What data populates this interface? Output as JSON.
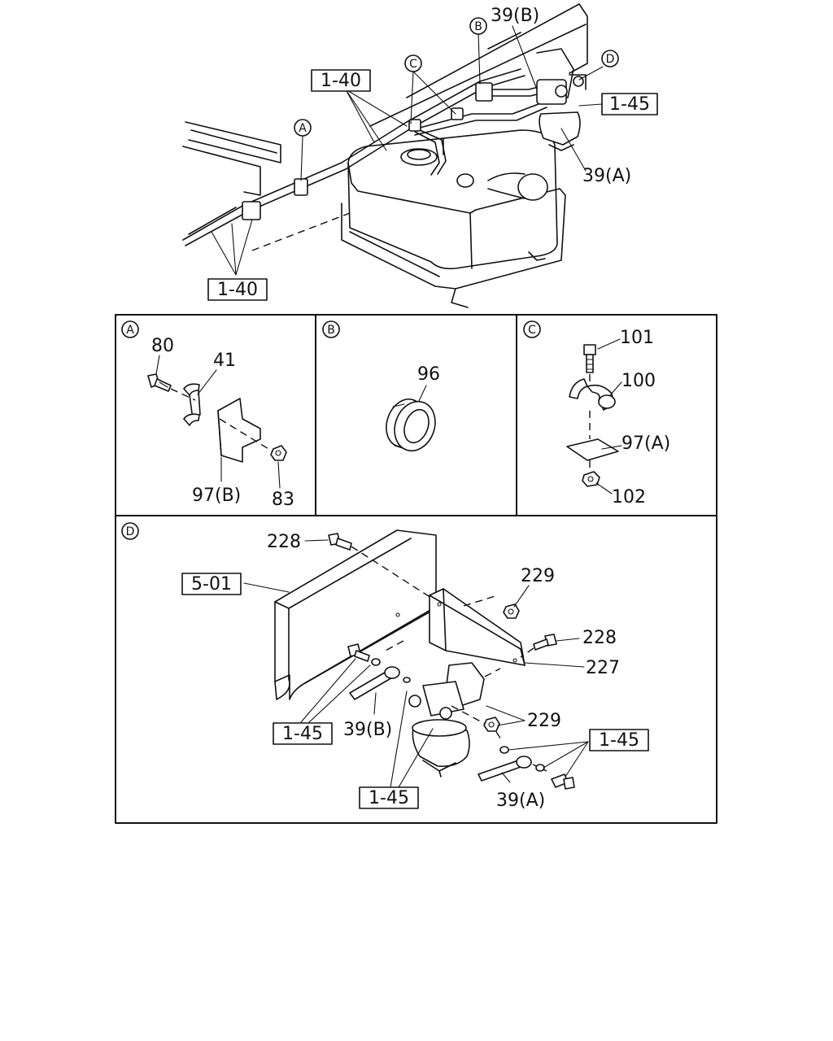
{
  "overview": {
    "refs": {
      "b1_40_top": "1-40",
      "b1_40_bottom": "1-40",
      "b1_45": "1-45",
      "p39b": "39(B)",
      "p39a": "39(A)"
    },
    "markers": {
      "A": "A",
      "B": "B",
      "C": "C",
      "D": "D"
    }
  },
  "panels": {
    "A": {
      "title": "A",
      "parts": {
        "p80": "80",
        "p41": "41",
        "p97b": "97(B)",
        "p83": "83"
      }
    },
    "B": {
      "title": "B",
      "parts": {
        "p96": "96"
      }
    },
    "C": {
      "title": "C",
      "parts": {
        "p101": "101",
        "p100": "100",
        "p97a": "97(A)",
        "p102": "102"
      }
    },
    "D": {
      "title": "D",
      "parts": {
        "p228a": "228",
        "p501": "5-01",
        "p229a": "229",
        "p228b": "228",
        "p227": "227",
        "p229b": "229",
        "p39b": "39(B)",
        "p39a": "39(A)",
        "r145a": "1-45",
        "r145b": "1-45",
        "r145c": "1-45"
      }
    }
  }
}
